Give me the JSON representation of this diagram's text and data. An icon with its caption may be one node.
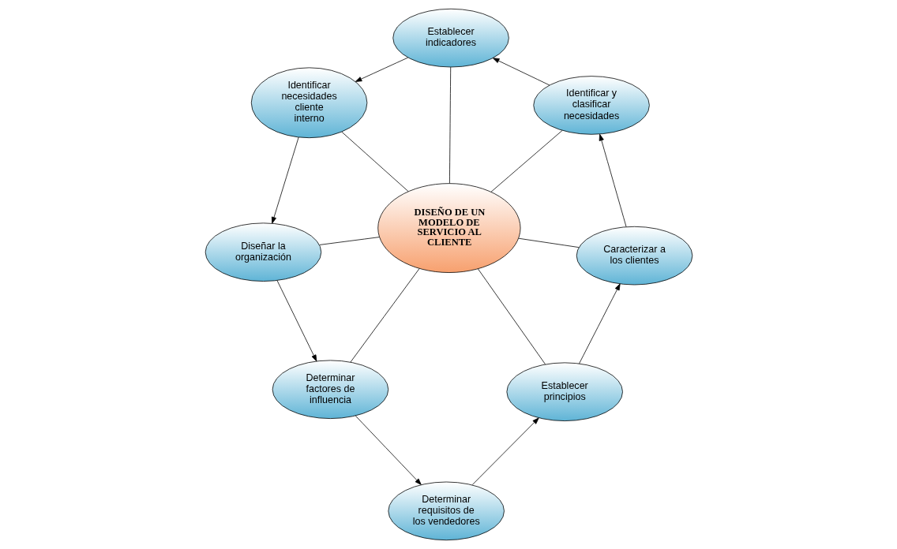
{
  "diagram": {
    "nodes": [
      {
        "text": [
          "DISEÑO DE UN MODELO DE SERVICIO AL CLIENTE"
        ]
      },
      {
        "text": [
          "Caracterizar a los clientes"
        ]
      },
      {
        "text": [
          "Identificar y clasificar necesidades"
        ]
      },
      {
        "text": [
          "Establecer indicadores"
        ]
      },
      {
        "text": [
          "Identificar necesidades cliente interno"
        ]
      },
      {
        "text": [
          "Diseñar la organización"
        ]
      },
      {
        "text": [
          "Determinar factores de influencia"
        ]
      },
      {
        "text": [
          "Determinar requisitos de los vendedores"
        ]
      },
      {
        "text": [
          "Establecer principios"
        ]
      }
    ],
    "edges": [
      {
        "from": 8,
        "to": 1,
        "arrow": "to"
      },
      {
        "from": 1,
        "to": 2,
        "arrow": "to"
      },
      {
        "from": 2,
        "to": 3,
        "arrow": "to"
      },
      {
        "from": 3,
        "to": 4,
        "arrow": "to"
      },
      {
        "from": 4,
        "to": 5,
        "arrow": "to"
      },
      {
        "from": 5,
        "to": 6,
        "arrow": "to"
      },
      {
        "from": 6,
        "to": 7,
        "arrow": "to"
      },
      {
        "from": 7,
        "to": 8,
        "arrow": "to"
      },
      {
        "from": 0,
        "to": 1,
        "arrow": "none"
      },
      {
        "from": 0,
        "to": 2,
        "arrow": "none"
      },
      {
        "from": 0,
        "to": 3,
        "arrow": "none"
      },
      {
        "from": 0,
        "to": 4,
        "arrow": "none"
      },
      {
        "from": 0,
        "to": 5,
        "arrow": "none"
      },
      {
        "from": 0,
        "to": 6,
        "arrow": "none"
      },
      {
        "from": 0,
        "to": 8,
        "arrow": "none"
      }
    ]
  }
}
